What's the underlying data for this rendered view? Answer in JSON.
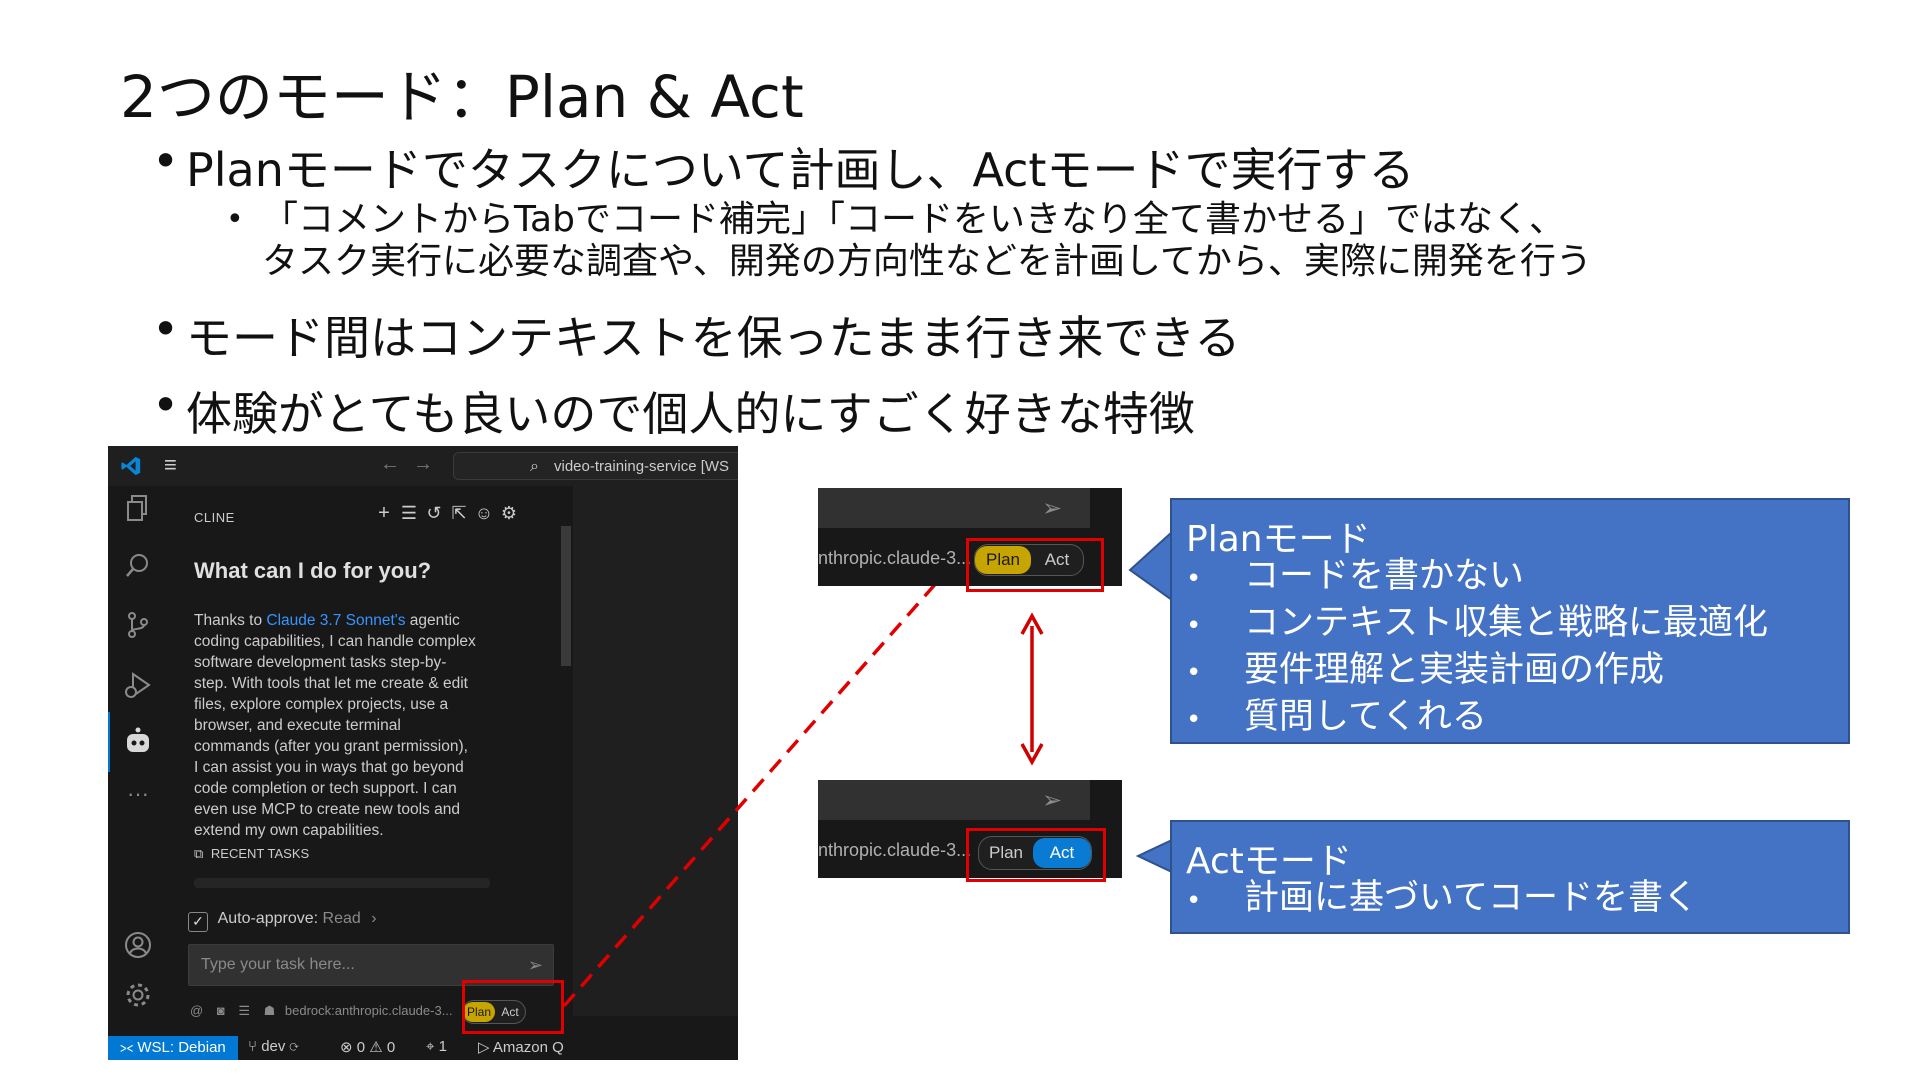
{
  "slide": {
    "title": "2つのモード：Plan & Act",
    "bullets": [
      "Planモードでタスクについて計画し、Actモードで実行する",
      "モード間はコンテキストを保ったまま行き来できる",
      "体験がとても良いので個人的にすごく好きな特徴"
    ],
    "sub_bullet_lines": [
      "「コメントからTabでコード補完」「コードをいきなり全て書かせる」ではなく、",
      "タスク実行に必要な調査や、開発の方向性などを計画してから、実際に開発を行う"
    ],
    "bullet_glyph": "•"
  },
  "vscode": {
    "search_text": "video-training-service [WS",
    "panel_title": "CLINE",
    "heading": "What can I do for you?",
    "desc_pre": "Thanks to ",
    "desc_link": "Claude 3.7 Sonnet's",
    "desc_post": " agentic coding capabilities, I can handle complex software development tasks step-by-step. With tools that let me create & edit files, explore complex projects, use a browser, and execute terminal commands (after you grant permission), I can assist you in ways that go beyond code completion or tech support. I can even use MCP to create new tools and extend my own capabilities.",
    "recent_tasks": "RECENT TASKS",
    "auto_approve_label": "Auto-approve:",
    "auto_approve_value": "Read",
    "task_placeholder": "Type your task here...",
    "model_text": "bedrock:anthropic.claude-3...",
    "plan_label": "Plan",
    "act_label": "Act",
    "status": {
      "remote": "WSL: Debian",
      "branch": "dev",
      "problems": "⊗ 0 ⚠ 0",
      "ports": "1",
      "amazon_q": "Amazon Q"
    },
    "accent_color": "#0078d4"
  },
  "zoom": {
    "model_text": "nthropic.claude-3...",
    "plan_label": "Plan",
    "act_label": "Act"
  },
  "callouts": {
    "plan": {
      "title": "Planモード",
      "items": [
        "コードを書かない",
        "コンテキスト収集と戦略に最適化",
        "要件理解と実装計画の作成",
        "質問してくれる"
      ]
    },
    "act": {
      "title": "Actモード",
      "items": [
        "計画に基づいてコードを書く"
      ]
    },
    "bullet_glyph": "•",
    "fill_color": "#4472c4"
  },
  "annotation_color": "#e00000"
}
